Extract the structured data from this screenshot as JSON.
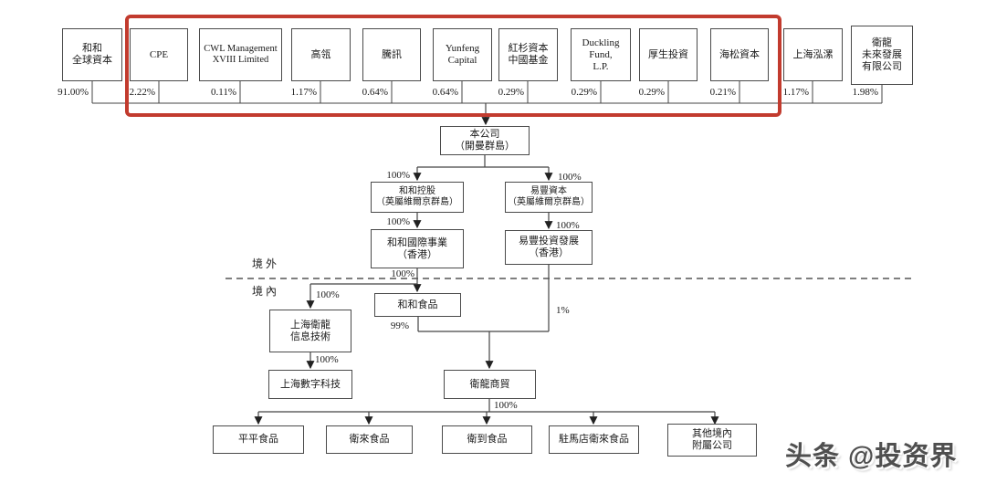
{
  "watermark": "头条 @投资界",
  "highlight_color": "#c23b2e",
  "region_labels": {
    "offshore": "境外",
    "onshore": "境內"
  },
  "nodes": {
    "hehe_global": {
      "label": "和和\n全球資本",
      "pct": "91.00%"
    },
    "cpe": {
      "label": "CPE",
      "pct": "2.22%"
    },
    "cwl": {
      "label": "CWL Management\nXVIII Limited",
      "pct": "0.11%"
    },
    "gaoling": {
      "label": "高瓴",
      "pct": "1.17%"
    },
    "tengxun": {
      "label": "騰訊",
      "pct": "0.64%"
    },
    "yunfeng": {
      "label": "Yunfeng\nCapital",
      "pct": "0.64%"
    },
    "hongshan": {
      "label": "紅杉資本\n中國基金",
      "pct": "0.29%"
    },
    "duckling": {
      "label": "Duckling\nFund,\nL.P.",
      "pct": "0.29%"
    },
    "housheng": {
      "label": "厚生投資",
      "pct": "0.29%"
    },
    "haisong": {
      "label": "海松資本",
      "pct": "0.21%"
    },
    "hongluo": {
      "label": "上海泓漯",
      "pct": "1.17%"
    },
    "weilong_future": {
      "label": "衛龍\n未來發展\n有限公司",
      "pct": "1.98%"
    },
    "company": {
      "label": "本公司\n（開曼群島）"
    },
    "hehe_holdings": {
      "label": "和和控股\n（英屬維爾京群島）"
    },
    "yifeng_capital": {
      "label": "易豐資本\n（英屬維爾京群島）"
    },
    "hehe_intl": {
      "label": "和和國際事業\n（香港）"
    },
    "yifeng_invest": {
      "label": "易豐投資發展\n（香港）"
    },
    "hehe_foods": {
      "label": "和和食品"
    },
    "sh_weilong_info": {
      "label": "上海衛龍\n信息技術"
    },
    "sh_digital": {
      "label": "上海數字科技"
    },
    "weilong_trading": {
      "label": "衛龍商貿"
    },
    "pingping": {
      "label": "平平食品"
    },
    "weilai": {
      "label": "衛來食品"
    },
    "weidao": {
      "label": "衛到食品"
    },
    "zhumadian": {
      "label": "駐馬店衛來食品"
    },
    "other_domestic": {
      "label": "其他境內\n附屬公司"
    }
  },
  "edges": {
    "company_to_hehe_holdings": "100%",
    "company_to_yifeng_capital": "100%",
    "hehe_holdings_to_hehe_intl": "100%",
    "yifeng_capital_to_yifeng_invest": "100%",
    "hehe_intl_to_hehe_foods": "100%",
    "hehe_intl_to_sh_weilong_info": "100%",
    "yifeng_invest_to_weilong_trading": "1%",
    "hehe_foods_to_weilong_trading": "99%",
    "sh_weilong_info_to_sh_digital": "100%",
    "weilong_trading_to_subsidiaries": "100%"
  }
}
